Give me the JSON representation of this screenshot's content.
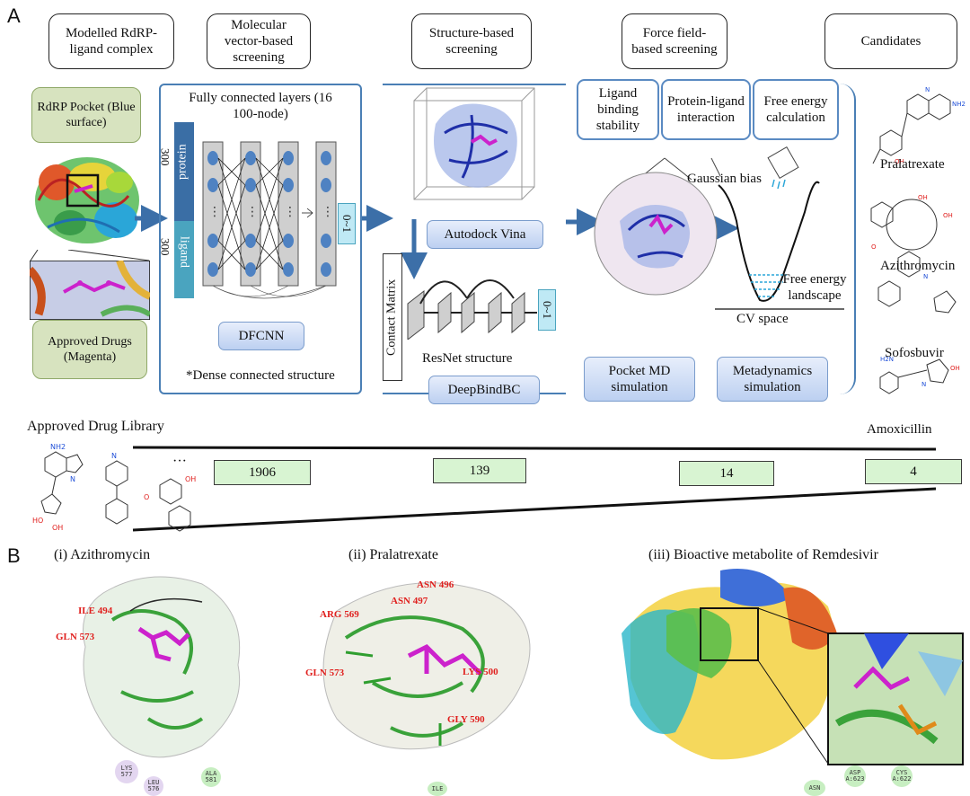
{
  "panels": {
    "a": "A",
    "b": "B"
  },
  "stages": [
    "Modelled RdRP-ligand complex",
    "Molecular vector-based screening",
    "Structure-based screening",
    "Force field-based screening",
    "Candidates"
  ],
  "left": {
    "pocket_label": "RdRP Pocket (Blue surface)",
    "drugs_label": "Approved Drugs (Magenta)"
  },
  "dfcnn": {
    "title": "Fully connected layers (16 100-node)",
    "protein": "protein",
    "ligand": "ligand",
    "dim_protein": "300",
    "dim_ligand": "300",
    "output": "0~1",
    "button": "DFCNN",
    "note": "*Dense connected structure"
  },
  "structure": {
    "vina": "Autodock Vina",
    "contact": "Contact Matrix",
    "resnet": "ResNet structure",
    "output": "0~1",
    "button": "DeepBindBC"
  },
  "force": {
    "box1": "Ligand binding stability",
    "box2": "Protein-ligand interaction",
    "box3": "Free energy calculation",
    "gaussian": "Gaussian bias",
    "landscape": "Free energy landscape",
    "cv": "CV space",
    "md": "Pocket MD simulation",
    "meta": "Metadynamics simulation"
  },
  "candidates": [
    "Pralatrexate",
    "Azithromycin",
    "Sofosbuvir",
    "Amoxicillin"
  ],
  "library": {
    "title": "Approved Drug Library",
    "ellipsis": "···",
    "counts": [
      "1906",
      "139",
      "14",
      "4"
    ]
  },
  "panel_b": {
    "titles": [
      "(i)  Azithromycin",
      "(ii)  Pralatrexate",
      "(iii)  Bioactive metabolite of Remdesivir"
    ],
    "residues_i": [
      "ILE 494",
      "GLN 573"
    ],
    "residues_ii": [
      "ASN 496",
      "ASN 497",
      "ARG 569",
      "GLN 573",
      "LYS 500",
      "GLY 590"
    ],
    "bubbles": [
      "LYS 577",
      "LEU 576",
      "ALA 581",
      "ILE",
      "ASN",
      "ASP A:623",
      "CYS A:622"
    ]
  },
  "colors": {
    "accent_blue": "#4a7fb5",
    "label_green": "#d7e3bf",
    "count_green": "#d8f4d2",
    "ligand": "#cc22cc",
    "residue_red": "#e0201e"
  }
}
